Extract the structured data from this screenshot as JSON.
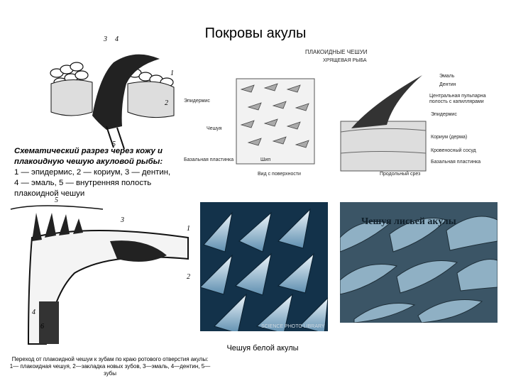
{
  "title": "Покровы акулы",
  "figure1": {
    "numbers": [
      "3",
      "4",
      "1",
      "2",
      "5"
    ],
    "caption_title": "Схематический разрез через кожу и плакоидную чешую акуловой рыбы:",
    "caption_lines": [
      "1 — эпидермис, 2 — кориум, 3 — дентин,",
      "4 — эмаль, 5 — внутренняя полость",
      "плакоидной чешуи"
    ]
  },
  "figure2": {
    "header": "ПЛАКОИДНЫЕ ЧЕШУИ",
    "subheader": "ХРЯЩЕВАЯ РЫБА",
    "labels_right": [
      "Эмаль",
      "Дентин",
      "Центральная пульпарная",
      "полость с капиллярами",
      "Эпидермис",
      "Кориум (дерма)",
      "Кровеносный сосуд",
      "Базальная пластинка"
    ],
    "labels_left": [
      "Эпидермис",
      "Чешуя",
      "Базальная пластинка",
      "Шип"
    ],
    "bottom_left": "Вид с поверхности",
    "bottom_right": "Продольный срез"
  },
  "figure3": {
    "numbers": [
      "5",
      "3",
      "1",
      "2",
      "4",
      "6"
    ],
    "caption": "Переход от плакоидной чешуи к зубам по краю ротового отверстия акулы:",
    "legend": "1— плакоидная чешуя, 2—закладка новых зубов, 3—эмаль, 4—дентин, 5—зубы"
  },
  "photo1": {
    "watermark": "SCIENCE PHOTO LIBRARY"
  },
  "photo2": {
    "overlay": "Чешуя лисьей акулы"
  },
  "caption_photo": "Чешуя белой акулы"
}
